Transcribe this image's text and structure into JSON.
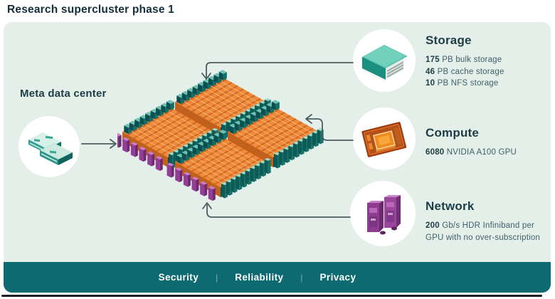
{
  "title": "Research supercluster phase 1",
  "meta": {
    "label": "Meta data center"
  },
  "sections": {
    "storage": {
      "heading": "Storage",
      "line1_value": "175",
      "line1_text": " PB bulk storage",
      "line2_value": "46",
      "line2_text": " PB cache storage",
      "line3_value": "10",
      "line3_text": " PB NFS storage"
    },
    "compute": {
      "heading": "Compute",
      "line1_value": "6080",
      "line1_text": " NVIDIA A100 GPU"
    },
    "network": {
      "heading": "Network",
      "line1_value": "200",
      "line1_text": " Gb/s HDR Infiniband per",
      "line2_text": "GPU with no over-subscription"
    }
  },
  "footer": {
    "item1": "Security",
    "item2": "Reliability",
    "item3": "Privacy",
    "separator": "|"
  },
  "icons": {
    "meta": "meta-datacenter-icon",
    "storage": "storage-server-icon",
    "compute": "gpu-chip-icon",
    "network": "network-towers-icon"
  },
  "colors": {
    "panel_bg": "#e4efe9",
    "footer_bg": "#0c6a70",
    "ink": "#1d3d46",
    "body_text": "#41606a",
    "rack_orange": "#ef8a3a",
    "rack_teal": "#0d4f50",
    "pillar_purple": "#933d96",
    "connector": "#4a5d60"
  }
}
